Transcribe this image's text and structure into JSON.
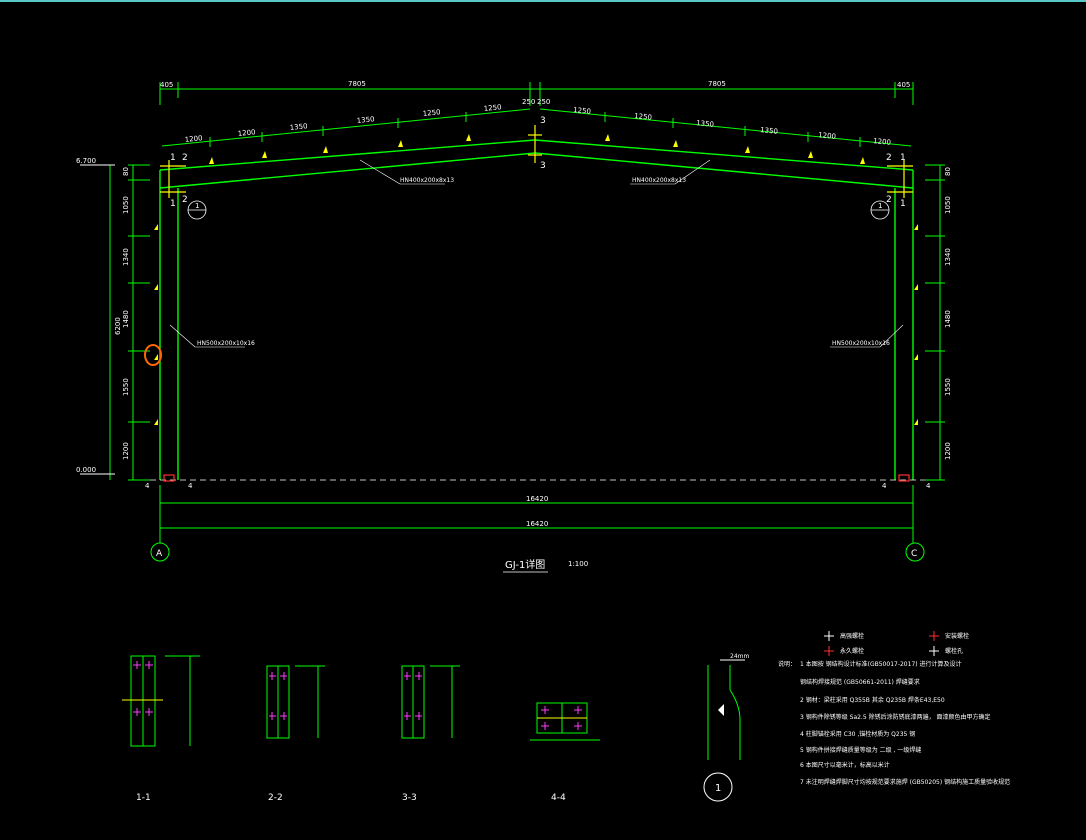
{
  "colors": {
    "background": "#000000",
    "frame": "#00ff00",
    "dimension": "#00ff00",
    "text": "#ffffff",
    "yellow": "#ffff00",
    "highlight": "#ff6a00",
    "magenta": "#ff3cff",
    "cyan": "#58c8c8"
  },
  "frame": {
    "top_dims": [
      "405",
      "7805",
      "250",
      "250",
      "7805",
      "405"
    ],
    "rafter_left_dims": [
      "1200",
      "1200",
      "1350",
      "1350",
      "1250"
    ],
    "rafter_right_dims": [
      "1250",
      "1350",
      "1350",
      "1200",
      "1200"
    ],
    "elev_top": "6.700",
    "elev_bottom": "0.000",
    "col_left_dims": [
      "80",
      "1050",
      "1340",
      "1480",
      "1550",
      "1200"
    ],
    "col_right_dims": [
      "80",
      "1050",
      "1340",
      "1480",
      "1550",
      "1200"
    ],
    "col_total": "6200",
    "span_dim_1": "16420",
    "span_dim_2": "16420",
    "axis_left": "A",
    "axis_right": "C",
    "title": "GJ-1详图",
    "scale": "1:100",
    "rafter_left_member": "HN400x200x8x13",
    "rafter_right_member": "HN400x200x8x13",
    "column_left_member": "HN500x200x10x16",
    "column_right_member": "HN500x200x10x16",
    "section_marks": [
      "1",
      "2",
      "3",
      "4"
    ],
    "detail_ref": "1"
  },
  "sections": [
    {
      "label": "1-1"
    },
    {
      "label": "2-2"
    },
    {
      "label": "3-3"
    },
    {
      "label": "4-4"
    }
  ],
  "weld_detail": {
    "label": "1",
    "dim": "24mm"
  },
  "legend": {
    "items": [
      "高强螺栓",
      "安装螺栓",
      "永久螺栓",
      "螺栓孔"
    ]
  },
  "notes": {
    "heading": "说明：",
    "lines": [
      "1  本图按 钢结构设计标准(GB50017-2017)   进行计算及设计",
      "   钢结构焊接规范   (GB50661-2011)   焊缝要求",
      "2  钢材：梁柱采用   Q355B   其余  Q235B   焊条E43,E50",
      "3  钢构件除锈等级 Sa2.5  除锈后涂防锈底漆两遍，  面漆颜色由甲方确定",
      "4  柱脚锚栓采用   C30  ,锚栓材质为   Q235   钢",
      "5  钢构件拼接焊缝质量等级为   二级   ,   一级焊缝",
      "6  本图尺寸以毫米计，标高以米计",
      "7  未注明焊缝焊脚尺寸均按规范要求施焊   (GB50205)   钢结构施工质量验收规范"
    ]
  }
}
